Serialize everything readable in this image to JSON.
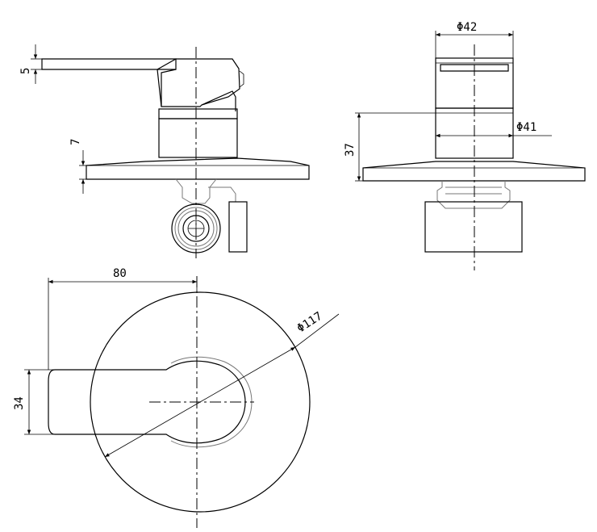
{
  "drawing": {
    "views": [
      "side-view",
      "front-view",
      "top-view"
    ],
    "dimensions": {
      "lever_thickness": "5",
      "flange_thickness": "7",
      "body_diameter_top": "Φ42",
      "body_diameter_mid": "Φ41",
      "body_height": "37",
      "handle_length": "80",
      "handle_height": "34",
      "plate_diameter": "Φ117"
    },
    "line_color": "#000000",
    "background": "#ffffff"
  }
}
